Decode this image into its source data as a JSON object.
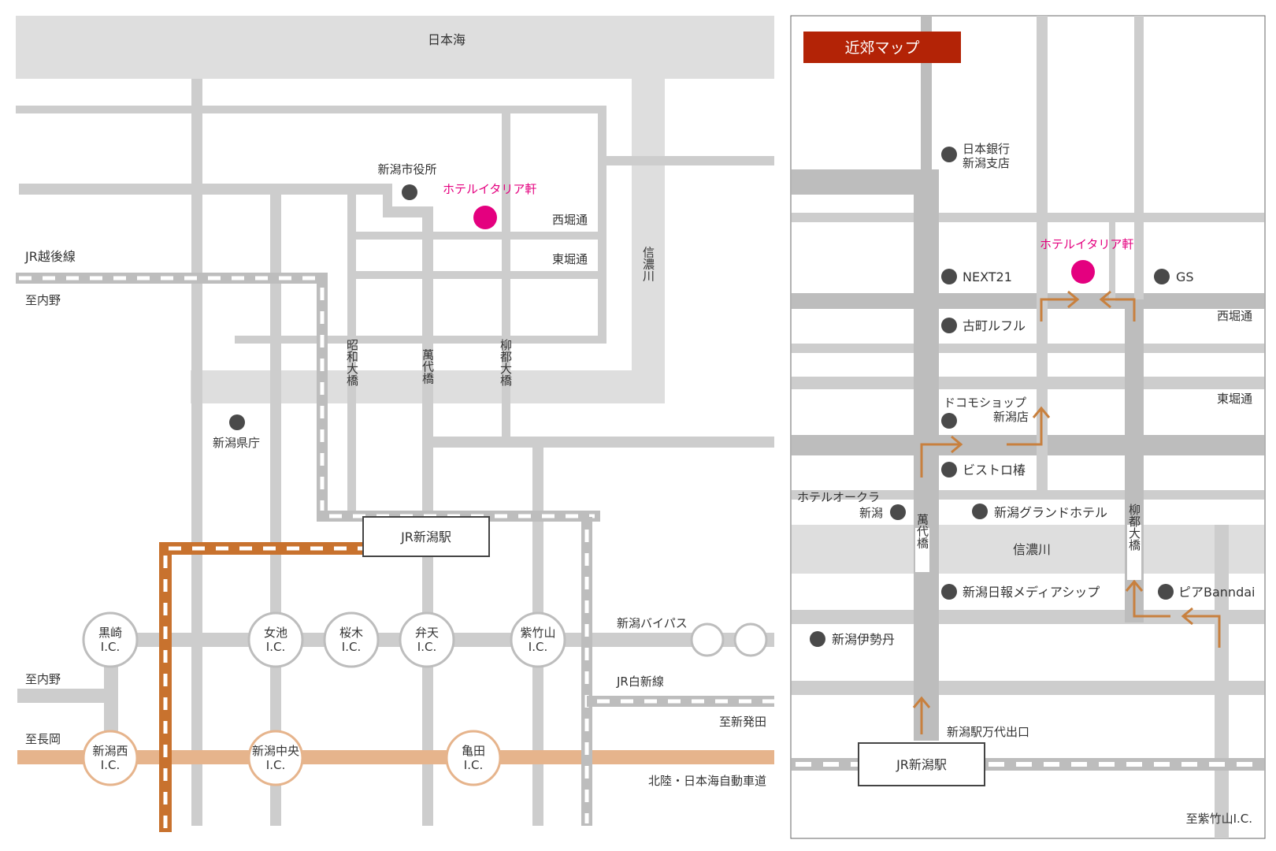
{
  "colors": {
    "road": "#cdcdcd",
    "road_dark": "#bdbdbd",
    "water": "#dedede",
    "highway": "#e6b48c",
    "rail_orange": "#c8722e",
    "hotel": "#e4007f",
    "header": "#b32306",
    "landmark": "#4a4a4a",
    "route_arrow": "#c8803e"
  },
  "overview": {
    "sea": "日本海",
    "river": "信濃川",
    "city_hall": "新潟市役所",
    "hotel": "ホテルイタリア軒",
    "nishibori": "西堀通",
    "higashibori": "東堀通",
    "echigo_line": "JR越後線",
    "to_uchino_1": "至内野",
    "to_uchino_2": "至内野",
    "to_nagaoka": "至長岡",
    "to_shibata": "至新発田",
    "hakushin_line": "JR白新線",
    "bypass": "新潟バイパス",
    "expressway": "北陸・日本海自動車道",
    "prefecture": "新潟県庁",
    "station": "JR新潟駅",
    "bridges": {
      "showa": "昭和大橋",
      "bandai": "萬代橋",
      "yanagito": "柳都大橋"
    },
    "interchanges": [
      {
        "name": "黒崎",
        "ic": "I.C."
      },
      {
        "name": "女池",
        "ic": "I.C."
      },
      {
        "name": "桜木",
        "ic": "I.C."
      },
      {
        "name": "弁天",
        "ic": "I.C."
      },
      {
        "name": "紫竹山",
        "ic": "I.C."
      },
      {
        "name": "新潟西",
        "ic": "I.C."
      },
      {
        "name": "新潟中央",
        "ic": "I.C."
      },
      {
        "name": "亀田",
        "ic": "I.C."
      }
    ]
  },
  "nearby": {
    "title": "近郊マップ",
    "hotel": "ホテルイタリア軒",
    "nishibori": "西堀通",
    "higashibori": "東堀通",
    "river": "信濃川",
    "bandai_bridge": "萬代橋",
    "yanagito_bridge": "柳都大橋",
    "exit": "新潟駅万代出口",
    "station": "JR新潟駅",
    "to_shichikuyama": "至紫竹山I.C.",
    "landmarks": {
      "boj_1": "日本銀行",
      "boj_2": "新潟支店",
      "next21": "NEXT21",
      "gs": "GS",
      "furumachi": "古町ルフル",
      "docomo_1": "ドコモショップ",
      "docomo_2": "新潟店",
      "bistro": "ビストロ椿",
      "okura_1": "ホテルオークラ",
      "okura_2": "新潟",
      "grand": "新潟グランドホテル",
      "nippo": "新潟日報メディアシップ",
      "pia": "ピアBanndai",
      "isetan": "新潟伊勢丹"
    }
  }
}
